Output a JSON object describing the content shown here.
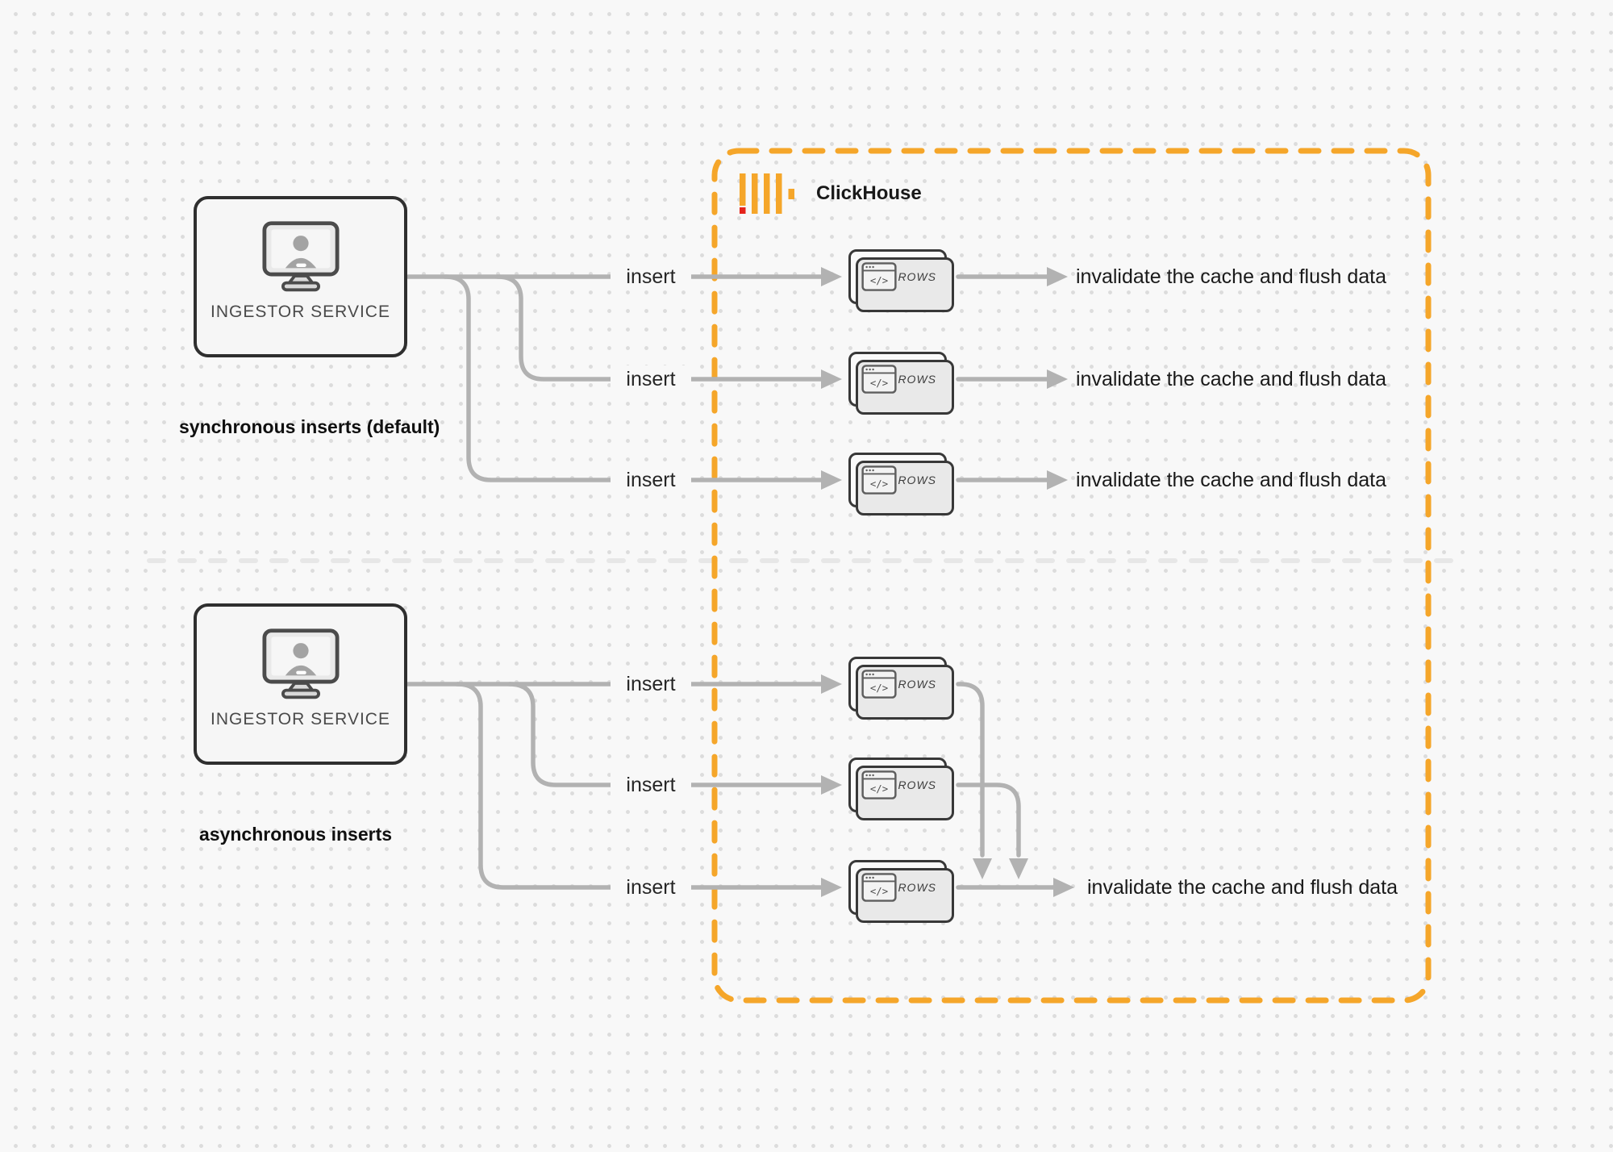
{
  "sync": {
    "caption": "synchronous inserts (default)",
    "service_label": "INGESTOR SERVICE",
    "rows": [
      {
        "insert": "insert",
        "card": "ROWS",
        "result": "invalidate the cache and flush data"
      },
      {
        "insert": "insert",
        "card": "ROWS",
        "result": "invalidate the cache and flush data"
      },
      {
        "insert": "insert",
        "card": "ROWS",
        "result": "invalidate the cache and flush data"
      }
    ]
  },
  "async": {
    "caption": "asynchronous inserts",
    "service_label": "INGESTOR SERVICE",
    "rows": [
      {
        "insert": "insert",
        "card": "ROWS"
      },
      {
        "insert": "insert",
        "card": "ROWS"
      },
      {
        "insert": "insert",
        "card": "ROWS",
        "result": "invalidate the cache and flush data"
      }
    ]
  },
  "clickhouse": {
    "brand": "ClickHouse"
  },
  "code_window_glyph": "</>",
  "palette": {
    "accent_orange": "#F5A62A",
    "accent_red": "#E5231B",
    "connector_gray": "#B2B2B2",
    "box_border": "#2F2F2F",
    "divider_gray": "#E7E7E7"
  }
}
